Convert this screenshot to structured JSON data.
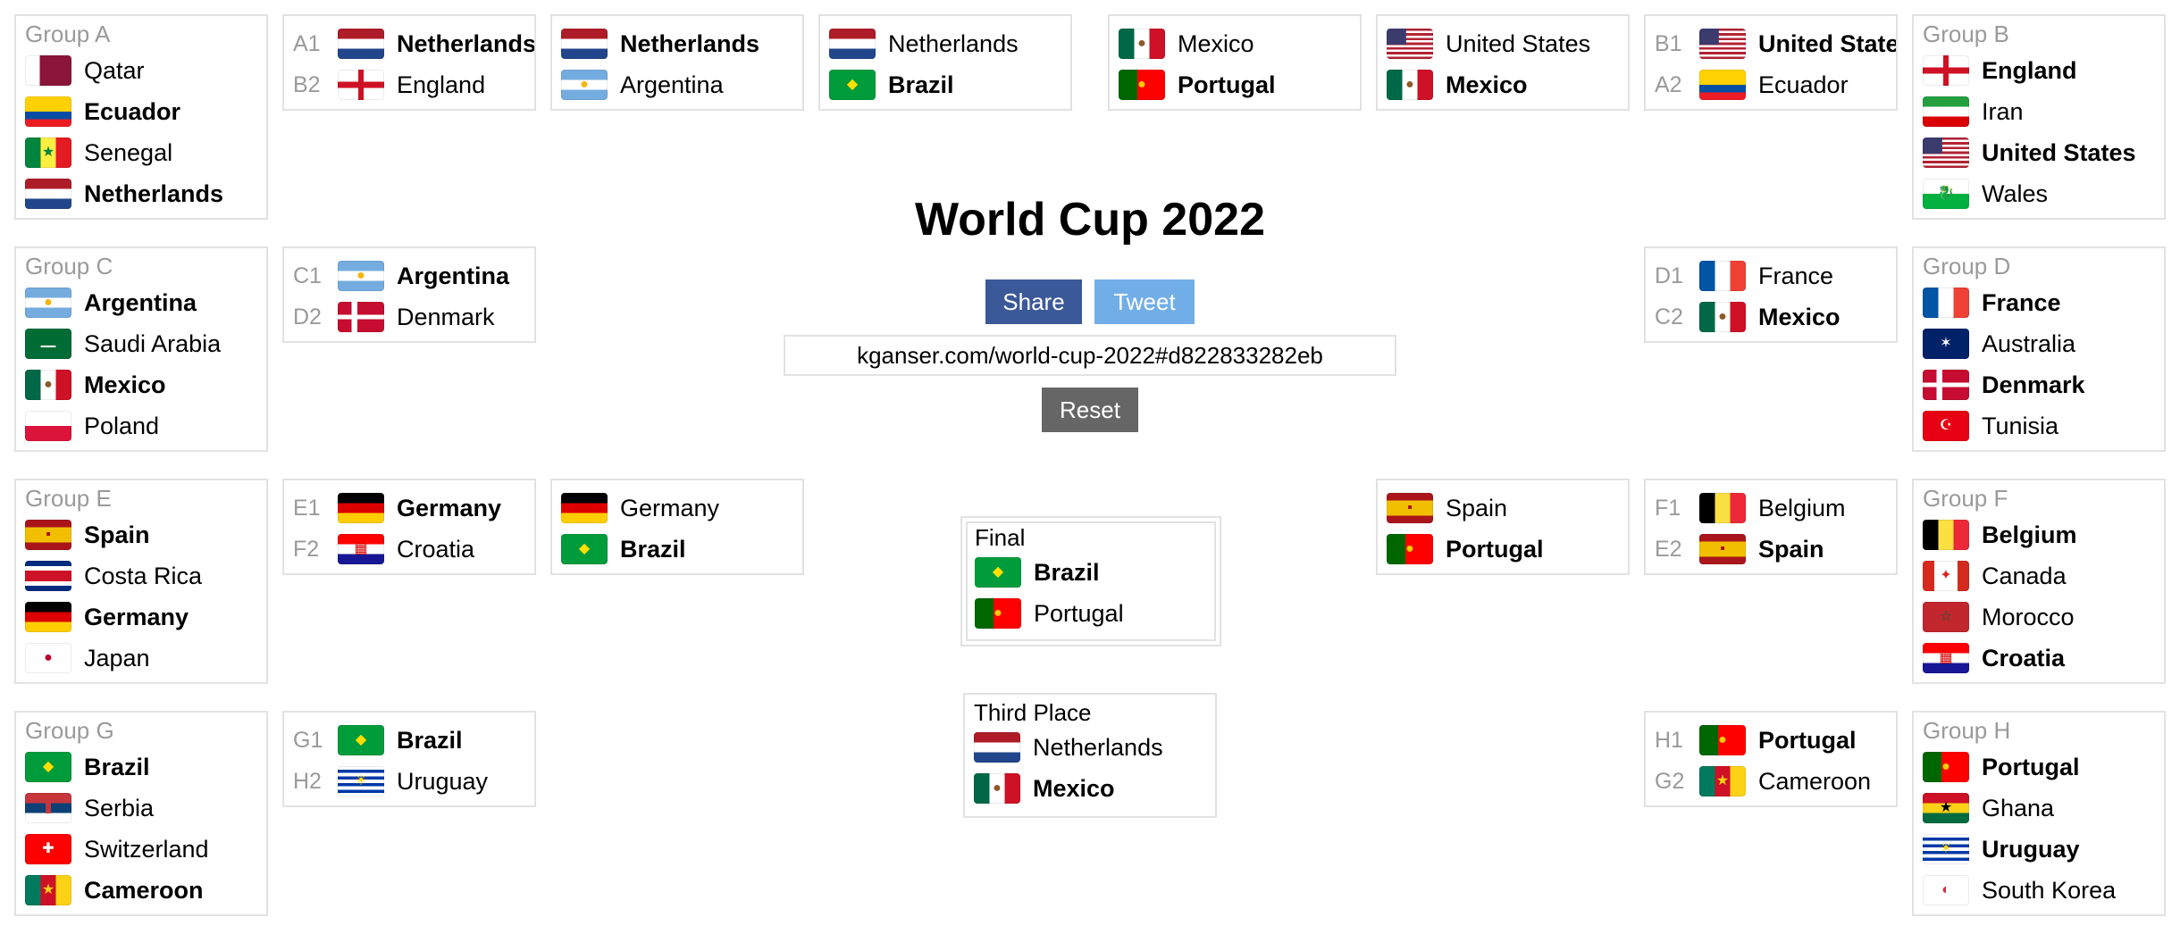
{
  "title": "World Cup 2022",
  "buttons": {
    "share": "Share",
    "tweet": "Tweet",
    "reset": "Reset"
  },
  "url": "kganser.com/world-cup-2022#d822833282eb",
  "groups": {
    "A": {
      "title": "Group A",
      "teams": [
        "Qatar",
        "Ecuador",
        "Senegal",
        "Netherlands"
      ]
    },
    "B": {
      "title": "Group B",
      "teams": [
        "England",
        "Iran",
        "United States",
        "Wales"
      ]
    },
    "C": {
      "title": "Group C",
      "teams": [
        "Argentina",
        "Saudi Arabia",
        "Mexico",
        "Poland"
      ]
    },
    "D": {
      "title": "Group D",
      "teams": [
        "France",
        "Australia",
        "Denmark",
        "Tunisia"
      ]
    },
    "E": {
      "title": "Group E",
      "teams": [
        "Spain",
        "Costa Rica",
        "Germany",
        "Japan"
      ]
    },
    "F": {
      "title": "Group F",
      "teams": [
        "Belgium",
        "Canada",
        "Morocco",
        "Croatia"
      ]
    },
    "G": {
      "title": "Group G",
      "teams": [
        "Brazil",
        "Serbia",
        "Switzerland",
        "Cameroon"
      ]
    },
    "H": {
      "title": "Group H",
      "teams": [
        "Portugal",
        "Ghana",
        "Uruguay",
        "South Korea"
      ]
    }
  },
  "round16": {
    "A1B2": {
      "seeds": [
        "A1",
        "B2"
      ],
      "teams": [
        "Netherlands",
        "England"
      ]
    },
    "C1D2": {
      "seeds": [
        "C1",
        "D2"
      ],
      "teams": [
        "Argentina",
        "Denmark"
      ]
    },
    "E1F2": {
      "seeds": [
        "E1",
        "F2"
      ],
      "teams": [
        "Germany",
        "Croatia"
      ]
    },
    "G1H2": {
      "seeds": [
        "G1",
        "H2"
      ],
      "teams": [
        "Brazil",
        "Uruguay"
      ]
    },
    "B1A2": {
      "seeds": [
        "B1",
        "A2"
      ],
      "teams": [
        "United States",
        "Ecuador"
      ]
    },
    "D1C2": {
      "seeds": [
        "D1",
        "C2"
      ],
      "teams": [
        "France",
        "Mexico"
      ]
    },
    "F1E2": {
      "seeds": [
        "F1",
        "E2"
      ],
      "teams": [
        "Belgium",
        "Spain"
      ]
    },
    "H1G2": {
      "seeds": [
        "H1",
        "G2"
      ],
      "teams": [
        "Portugal",
        "Cameroon"
      ]
    }
  },
  "quarterfinals": {
    "left_top": {
      "teams": [
        "Netherlands",
        "Argentina"
      ]
    },
    "left_bottom": {
      "teams": [
        "Germany",
        "Brazil"
      ]
    },
    "right_top": {
      "teams": [
        "United States",
        "Mexico"
      ]
    },
    "right_bottom": {
      "teams": [
        "Spain",
        "Portugal"
      ]
    }
  },
  "semifinals": {
    "left": {
      "teams": [
        "Netherlands",
        "Brazil"
      ]
    },
    "right": {
      "teams": [
        "Mexico",
        "Portugal"
      ]
    }
  },
  "final": {
    "title": "Final",
    "teams": [
      "Brazil",
      "Portugal"
    ]
  },
  "third_place": {
    "title": "Third Place",
    "teams": [
      "Netherlands",
      "Mexico"
    ]
  },
  "flag_icons": {
    "Qatar": "qatar-flag-icon",
    "Ecuador": "ecuador-flag-icon",
    "Senegal": "senegal-flag-icon",
    "Netherlands": "netherlands-flag-icon",
    "England": "england-flag-icon",
    "Iran": "iran-flag-icon",
    "United States": "united-states-flag-icon",
    "Wales": "wales-flag-icon",
    "Argentina": "argentina-flag-icon",
    "Saudi Arabia": "saudi-arabia-flag-icon",
    "Mexico": "mexico-flag-icon",
    "Poland": "poland-flag-icon",
    "France": "france-flag-icon",
    "Australia": "australia-flag-icon",
    "Denmark": "denmark-flag-icon",
    "Tunisia": "tunisia-flag-icon",
    "Spain": "spain-flag-icon",
    "Costa Rica": "costa-rica-flag-icon",
    "Germany": "germany-flag-icon",
    "Japan": "japan-flag-icon",
    "Belgium": "belgium-flag-icon",
    "Canada": "canada-flag-icon",
    "Morocco": "morocco-flag-icon",
    "Croatia": "croatia-flag-icon",
    "Brazil": "brazil-flag-icon",
    "Serbia": "serbia-flag-icon",
    "Switzerland": "switzerland-flag-icon",
    "Cameroon": "cameroon-flag-icon",
    "Portugal": "portugal-flag-icon",
    "Ghana": "ghana-flag-icon",
    "Uruguay": "uruguay-flag-icon",
    "South Korea": "south-korea-flag-icon"
  }
}
